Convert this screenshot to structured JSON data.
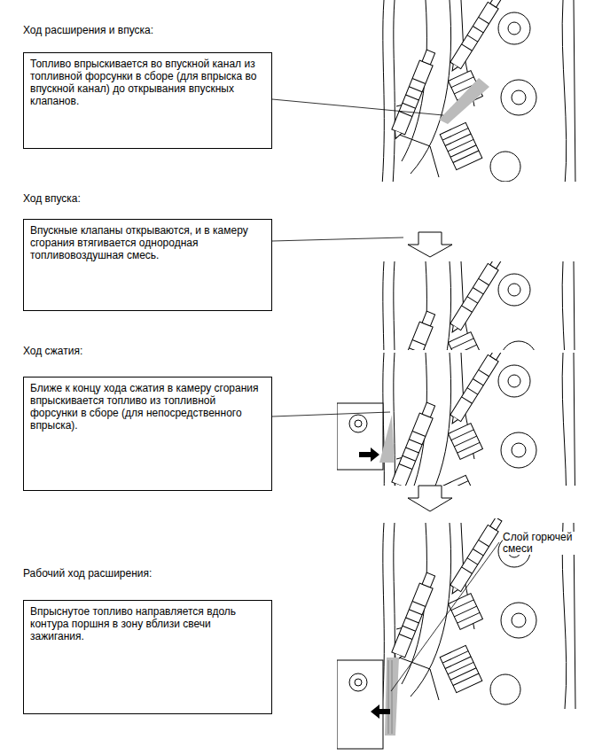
{
  "diagram": {
    "nodes": [
      {
        "text": [
          "Ход расширения и впуска:",
          "Топливо впрыскивается во впускной канал из топливной форсунки в сборе (для впрыска во впускной канал) до открывания впускных клапанов."
        ]
      },
      {
        "text": [
          "Ход впуска:",
          "Впускные клапаны открываются, и в камеру сгорания втягивается однородная топливовоздушная смесь."
        ]
      },
      {
        "text": [
          "Ход сжатия:",
          "Ближе к концу хода сжатия в камеру сгорания впрыскивается топливо из топливной форсунки в сборе (для непосредственного впрыска)."
        ]
      },
      {
        "text": [
          "Рабочий ход расширения:",
          "Впрыснутое топливо направляется вдоль контура поршня в зону вблизи свечи зажигания."
        ]
      }
    ],
    "labels": [
      "Слой горючей смеси"
    ]
  }
}
